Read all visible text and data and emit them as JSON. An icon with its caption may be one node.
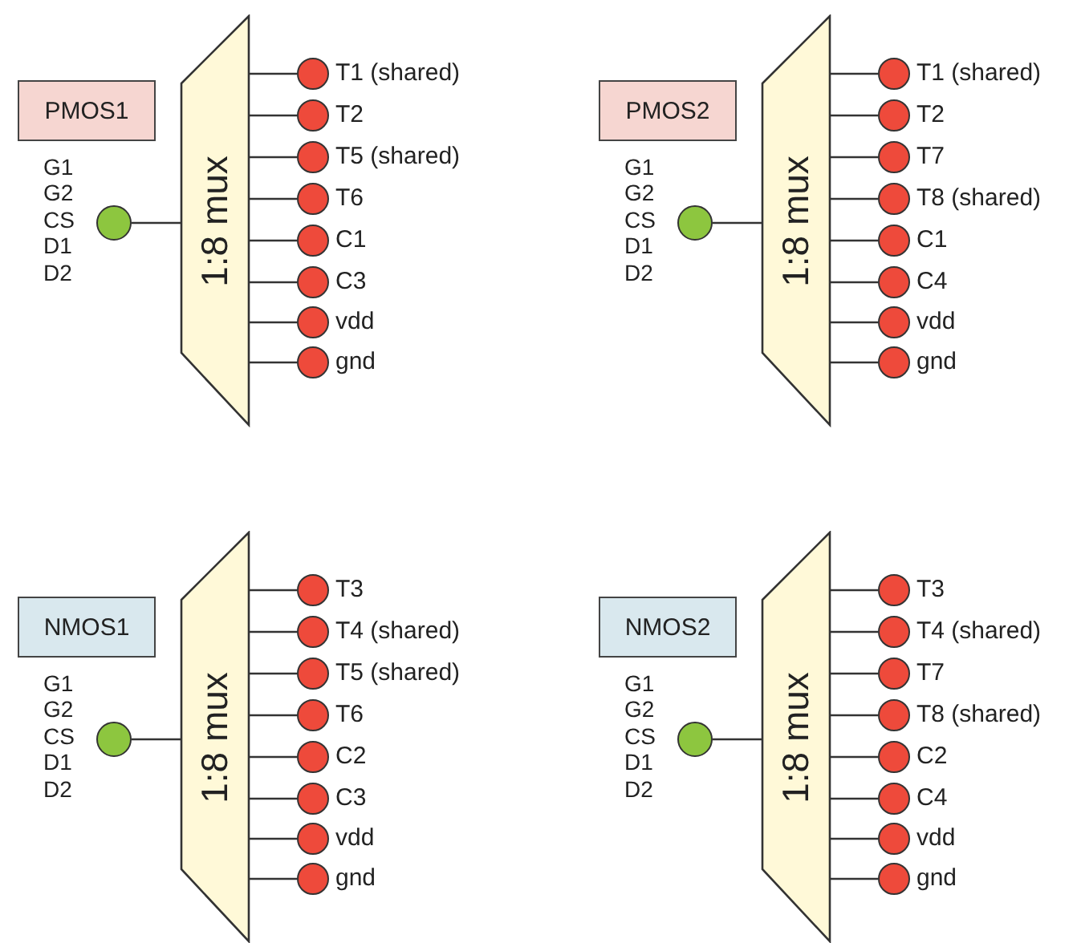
{
  "diagram": {
    "nodes": [
      {
        "text": [
          "PMOS1"
        ]
      },
      {
        "text": [
          "1:8 mux"
        ]
      },
      {
        "text": [],
        "shape": "circle"
      },
      {
        "text": [],
        "shape": "circle",
        "beside": [
          "T1 (shared)"
        ]
      },
      {
        "text": [],
        "shape": "circle",
        "beside": [
          "T2"
        ]
      },
      {
        "text": [],
        "shape": "circle",
        "beside": [
          "T5 (shared)"
        ]
      },
      {
        "text": [],
        "shape": "circle",
        "beside": [
          "T6"
        ]
      },
      {
        "text": [],
        "shape": "circle",
        "beside": [
          "C1"
        ]
      },
      {
        "text": [],
        "shape": "circle",
        "beside": [
          "C3"
        ]
      },
      {
        "text": [],
        "shape": "circle",
        "beside": [
          "vdd"
        ]
      },
      {
        "text": [],
        "shape": "circle",
        "beside": [
          "gnd"
        ]
      },
      {
        "text": [
          "PMOS2"
        ]
      },
      {
        "text": [
          "1:8 mux"
        ]
      },
      {
        "text": [],
        "shape": "circle"
      },
      {
        "text": [],
        "shape": "circle",
        "beside": [
          "T1 (shared)"
        ]
      },
      {
        "text": [],
        "shape": "circle",
        "beside": [
          "T2"
        ]
      },
      {
        "text": [],
        "shape": "circle",
        "beside": [
          "T7"
        ]
      },
      {
        "text": [],
        "shape": "circle",
        "beside": [
          "T8 (shared)"
        ]
      },
      {
        "text": [],
        "shape": "circle",
        "beside": [
          "C1"
        ]
      },
      {
        "text": [],
        "shape": "circle",
        "beside": [
          "C4"
        ]
      },
      {
        "text": [],
        "shape": "circle",
        "beside": [
          "vdd"
        ]
      },
      {
        "text": [],
        "shape": "circle",
        "beside": [
          "gnd"
        ]
      },
      {
        "text": [
          "NMOS1"
        ]
      },
      {
        "text": [
          "1:8 mux"
        ]
      },
      {
        "text": [],
        "shape": "circle"
      },
      {
        "text": [],
        "shape": "circle",
        "beside": [
          "T3"
        ]
      },
      {
        "text": [],
        "shape": "circle",
        "beside": [
          "T4 (shared)"
        ]
      },
      {
        "text": [],
        "shape": "circle",
        "beside": [
          "T5 (shared)"
        ]
      },
      {
        "text": [],
        "shape": "circle",
        "beside": [
          "T6"
        ]
      },
      {
        "text": [],
        "shape": "circle",
        "beside": [
          "C2"
        ]
      },
      {
        "text": [],
        "shape": "circle",
        "beside": [
          "C3"
        ]
      },
      {
        "text": [],
        "shape": "circle",
        "beside": [
          "vdd"
        ]
      },
      {
        "text": [],
        "shape": "circle",
        "beside": [
          "gnd"
        ]
      },
      {
        "text": [
          "NMOS2"
        ]
      },
      {
        "text": [
          "1:8 mux"
        ]
      },
      {
        "text": [],
        "shape": "circle"
      },
      {
        "text": [],
        "shape": "circle",
        "beside": [
          "T3"
        ]
      },
      {
        "text": [],
        "shape": "circle",
        "beside": [
          "T4 (shared)"
        ]
      },
      {
        "text": [],
        "shape": "circle",
        "beside": [
          "T7"
        ]
      },
      {
        "text": [],
        "shape": "circle",
        "beside": [
          "T8 (shared)"
        ]
      },
      {
        "text": [],
        "shape": "circle",
        "beside": [
          "C2"
        ]
      },
      {
        "text": [],
        "shape": "circle",
        "beside": [
          "C4"
        ]
      },
      {
        "text": [],
        "shape": "circle",
        "beside": [
          "vdd"
        ]
      },
      {
        "text": [],
        "shape": "circle",
        "beside": [
          "gnd"
        ]
      }
    ],
    "edges": [
      {
        "from": 2,
        "to": 1,
        "arrow": "none"
      },
      {
        "from": 1,
        "to": 3,
        "arrow": "none"
      },
      {
        "from": 1,
        "to": 4,
        "arrow": "none"
      },
      {
        "from": 1,
        "to": 5,
        "arrow": "none"
      },
      {
        "from": 1,
        "to": 6,
        "arrow": "none"
      },
      {
        "from": 1,
        "to": 7,
        "arrow": "none"
      },
      {
        "from": 1,
        "to": 8,
        "arrow": "none"
      },
      {
        "from": 1,
        "to": 9,
        "arrow": "none"
      },
      {
        "from": 1,
        "to": 10,
        "arrow": "none"
      },
      {
        "from": 13,
        "to": 12,
        "arrow": "none"
      },
      {
        "from": 12,
        "to": 14,
        "arrow": "none"
      },
      {
        "from": 12,
        "to": 15,
        "arrow": "none"
      },
      {
        "from": 12,
        "to": 16,
        "arrow": "none"
      },
      {
        "from": 12,
        "to": 17,
        "arrow": "none"
      },
      {
        "from": 12,
        "to": 18,
        "arrow": "none"
      },
      {
        "from": 12,
        "to": 19,
        "arrow": "none"
      },
      {
        "from": 12,
        "to": 20,
        "arrow": "none"
      },
      {
        "from": 12,
        "to": 21,
        "arrow": "none"
      },
      {
        "from": 24,
        "to": 23,
        "arrow": "none"
      },
      {
        "from": 23,
        "to": 25,
        "arrow": "none"
      },
      {
        "from": 23,
        "to": 26,
        "arrow": "none"
      },
      {
        "from": 23,
        "to": 27,
        "arrow": "none"
      },
      {
        "from": 23,
        "to": 28,
        "arrow": "none"
      },
      {
        "from": 23,
        "to": 29,
        "arrow": "none"
      },
      {
        "from": 23,
        "to": 30,
        "arrow": "none"
      },
      {
        "from": 23,
        "to": 31,
        "arrow": "none"
      },
      {
        "from": 23,
        "to": 32,
        "arrow": "none"
      },
      {
        "from": 35,
        "to": 34,
        "arrow": "none"
      },
      {
        "from": 34,
        "to": 36,
        "arrow": "none"
      },
      {
        "from": 34,
        "to": 37,
        "arrow": "none"
      },
      {
        "from": 34,
        "to": 38,
        "arrow": "none"
      },
      {
        "from": 34,
        "to": 39,
        "arrow": "none"
      },
      {
        "from": 34,
        "to": 40,
        "arrow": "none"
      },
      {
        "from": 34,
        "to": 41,
        "arrow": "none"
      },
      {
        "from": 34,
        "to": 42,
        "arrow": "none"
      },
      {
        "from": 34,
        "to": 43,
        "arrow": "none"
      }
    ],
    "labels": [
      "G1",
      "G2",
      "CS",
      "D1",
      "D2",
      "G1",
      "G2",
      "CS",
      "D1",
      "D2",
      "G1",
      "G2",
      "CS",
      "D1",
      "D2",
      "G1",
      "G2",
      "CS",
      "D1",
      "D2"
    ]
  }
}
